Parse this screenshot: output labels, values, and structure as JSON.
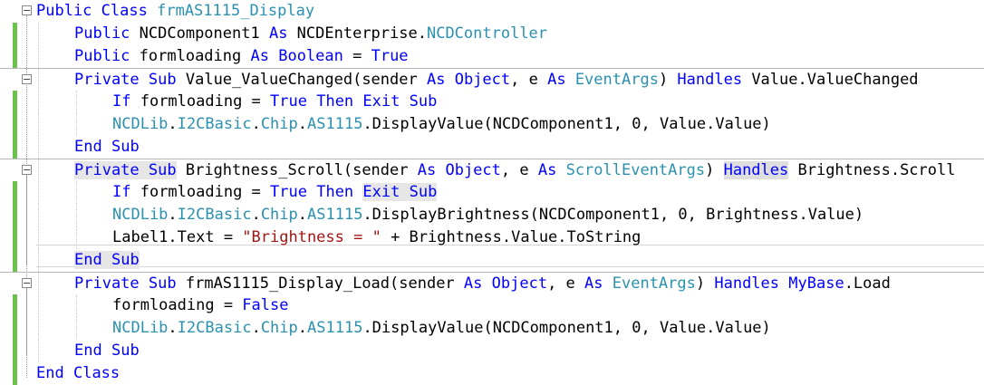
{
  "editor": {
    "lines": [
      {
        "tokens": [
          {
            "t": "Public",
            "c": "kw"
          },
          {
            "t": " "
          },
          {
            "t": "Class",
            "c": "kw"
          },
          {
            "t": " "
          },
          {
            "t": "frmAS1115_Display",
            "c": "ty"
          }
        ]
      },
      {
        "tokens": [
          {
            "t": "Public",
            "c": "kw"
          },
          {
            "t": " NCDComponent1 "
          },
          {
            "t": "As",
            "c": "kw"
          },
          {
            "t": " NCDEnterprise."
          },
          {
            "t": "NCDController",
            "c": "ty"
          }
        ]
      },
      {
        "tokens": [
          {
            "t": "Public",
            "c": "kw"
          },
          {
            "t": " formloading "
          },
          {
            "t": "As",
            "c": "kw"
          },
          {
            "t": " "
          },
          {
            "t": "Boolean",
            "c": "kw"
          },
          {
            "t": " = "
          },
          {
            "t": "True",
            "c": "kw"
          }
        ]
      },
      {
        "tokens": [
          {
            "t": "Private",
            "c": "kw"
          },
          {
            "t": " "
          },
          {
            "t": "Sub",
            "c": "kw"
          },
          {
            "t": " Value_ValueChanged(sender "
          },
          {
            "t": "As",
            "c": "kw"
          },
          {
            "t": " "
          },
          {
            "t": "Object",
            "c": "kw"
          },
          {
            "t": ", e "
          },
          {
            "t": "As",
            "c": "kw"
          },
          {
            "t": " "
          },
          {
            "t": "EventArgs",
            "c": "ty"
          },
          {
            "t": ") "
          },
          {
            "t": "Handles",
            "c": "kw"
          },
          {
            "t": " Value.ValueChanged"
          }
        ]
      },
      {
        "tokens": [
          {
            "t": "If",
            "c": "kw"
          },
          {
            "t": " formloading = "
          },
          {
            "t": "True",
            "c": "kw"
          },
          {
            "t": " "
          },
          {
            "t": "Then",
            "c": "kw"
          },
          {
            "t": " "
          },
          {
            "t": "Exit",
            "c": "kw"
          },
          {
            "t": " "
          },
          {
            "t": "Sub",
            "c": "kw"
          }
        ]
      },
      {
        "tokens": [
          {
            "t": "NCDLib",
            "c": "ty"
          },
          {
            "t": "."
          },
          {
            "t": "I2CBasic",
            "c": "ty"
          },
          {
            "t": "."
          },
          {
            "t": "Chip",
            "c": "ty"
          },
          {
            "t": "."
          },
          {
            "t": "AS1115",
            "c": "ty"
          },
          {
            "t": ".DisplayValue(NCDComponent1, 0, Value.Value)"
          }
        ]
      },
      {
        "tokens": [
          {
            "t": "End",
            "c": "kw"
          },
          {
            "t": " "
          },
          {
            "t": "Sub",
            "c": "kw"
          }
        ]
      },
      {
        "tokens": [
          {
            "t": "Private",
            "c": "kw hl"
          },
          {
            "t": " ",
            "c": "hl"
          },
          {
            "t": "Sub",
            "c": "kw hl"
          },
          {
            "t": " Brightness_Scroll(sender "
          },
          {
            "t": "As",
            "c": "kw"
          },
          {
            "t": " "
          },
          {
            "t": "Object",
            "c": "kw"
          },
          {
            "t": ", e "
          },
          {
            "t": "As",
            "c": "kw"
          },
          {
            "t": " "
          },
          {
            "t": "ScrollEventArgs",
            "c": "ty"
          },
          {
            "t": ") "
          },
          {
            "t": "Handles",
            "c": "kw hl2"
          },
          {
            "t": " Brightness.Scroll"
          }
        ]
      },
      {
        "tokens": [
          {
            "t": "If",
            "c": "kw"
          },
          {
            "t": " formloading = "
          },
          {
            "t": "True",
            "c": "kw"
          },
          {
            "t": " "
          },
          {
            "t": "Then",
            "c": "kw"
          },
          {
            "t": " "
          },
          {
            "t": "Exit",
            "c": "kw hl"
          },
          {
            "t": " ",
            "c": "hl"
          },
          {
            "t": "Sub",
            "c": "kw hl"
          }
        ]
      },
      {
        "tokens": [
          {
            "t": "NCDLib",
            "c": "ty"
          },
          {
            "t": "."
          },
          {
            "t": "I2CBasic",
            "c": "ty"
          },
          {
            "t": "."
          },
          {
            "t": "Chip",
            "c": "ty"
          },
          {
            "t": "."
          },
          {
            "t": "AS1115",
            "c": "ty"
          },
          {
            "t": ".DisplayBrightness(NCDComponent1, 0, Brightness.Value)"
          }
        ]
      },
      {
        "tokens": [
          {
            "t": "Label1.Text = "
          },
          {
            "t": "\"Brightness = \"",
            "c": "st"
          },
          {
            "t": " + Brightness.Value.ToString"
          }
        ]
      },
      {
        "tokens": [
          {
            "t": "End",
            "c": "kw hl"
          },
          {
            "t": " ",
            "c": "hl"
          },
          {
            "t": "Sub",
            "c": "kw hl"
          }
        ]
      },
      {
        "tokens": [
          {
            "t": "Private",
            "c": "kw"
          },
          {
            "t": " "
          },
          {
            "t": "Sub",
            "c": "kw"
          },
          {
            "t": " frmAS1115_Display_Load(sender "
          },
          {
            "t": "As",
            "c": "kw"
          },
          {
            "t": " "
          },
          {
            "t": "Object",
            "c": "kw"
          },
          {
            "t": ", e "
          },
          {
            "t": "As",
            "c": "kw"
          },
          {
            "t": " "
          },
          {
            "t": "EventArgs",
            "c": "ty"
          },
          {
            "t": ") "
          },
          {
            "t": "Handles",
            "c": "kw"
          },
          {
            "t": " "
          },
          {
            "t": "MyBase",
            "c": "kw"
          },
          {
            "t": ".Load"
          }
        ]
      },
      {
        "tokens": [
          {
            "t": "formloading = "
          },
          {
            "t": "False",
            "c": "kw"
          }
        ]
      },
      {
        "tokens": [
          {
            "t": "NCDLib",
            "c": "ty"
          },
          {
            "t": "."
          },
          {
            "t": "I2CBasic",
            "c": "ty"
          },
          {
            "t": "."
          },
          {
            "t": "Chip",
            "c": "ty"
          },
          {
            "t": "."
          },
          {
            "t": "AS1115",
            "c": "ty"
          },
          {
            "t": ".DisplayValue(NCDComponent1, 0, Value.Value)"
          }
        ]
      },
      {
        "tokens": [
          {
            "t": "End",
            "c": "kw"
          },
          {
            "t": " "
          },
          {
            "t": "Sub",
            "c": "kw"
          }
        ]
      },
      {
        "tokens": [
          {
            "t": "End",
            "c": "kw"
          },
          {
            "t": " "
          },
          {
            "t": "Class",
            "c": "kw"
          }
        ]
      }
    ],
    "fold_icon": "minus-icon",
    "change_marker_color": "#6cc24a",
    "colors": {
      "keyword": "#0000ff",
      "type": "#2b91af",
      "string": "#a31515"
    }
  }
}
